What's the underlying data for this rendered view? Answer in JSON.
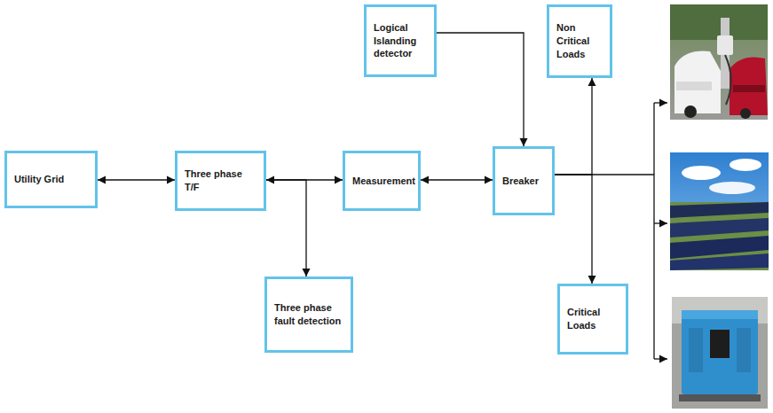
{
  "diagram": {
    "nodes": [
      {
        "text": [
          "Utility Grid"
        ]
      },
      {
        "text": [
          "Three phase T/F"
        ]
      },
      {
        "text": [
          "Three phase fault detection"
        ]
      },
      {
        "text": [
          "Measurement"
        ]
      },
      {
        "text": [
          "Logical Islanding detector"
        ]
      },
      {
        "text": [
          "Breaker"
        ]
      },
      {
        "text": [
          "Non Critical Loads"
        ]
      },
      {
        "text": [
          "Critical Loads"
        ]
      }
    ],
    "edges": [
      {
        "from": 0,
        "to": 1,
        "arrow": "both"
      },
      {
        "from": 1,
        "to": 3,
        "arrow": "both"
      },
      {
        "from": 1,
        "to": 2,
        "arrow": "to"
      },
      {
        "from": 3,
        "to": 5,
        "arrow": "both"
      },
      {
        "from": 4,
        "to": 5,
        "arrow": "to"
      },
      {
        "from": 5,
        "to": 6,
        "arrow": "to"
      },
      {
        "from": 5,
        "to": 7,
        "arrow": "to"
      }
    ]
  }
}
